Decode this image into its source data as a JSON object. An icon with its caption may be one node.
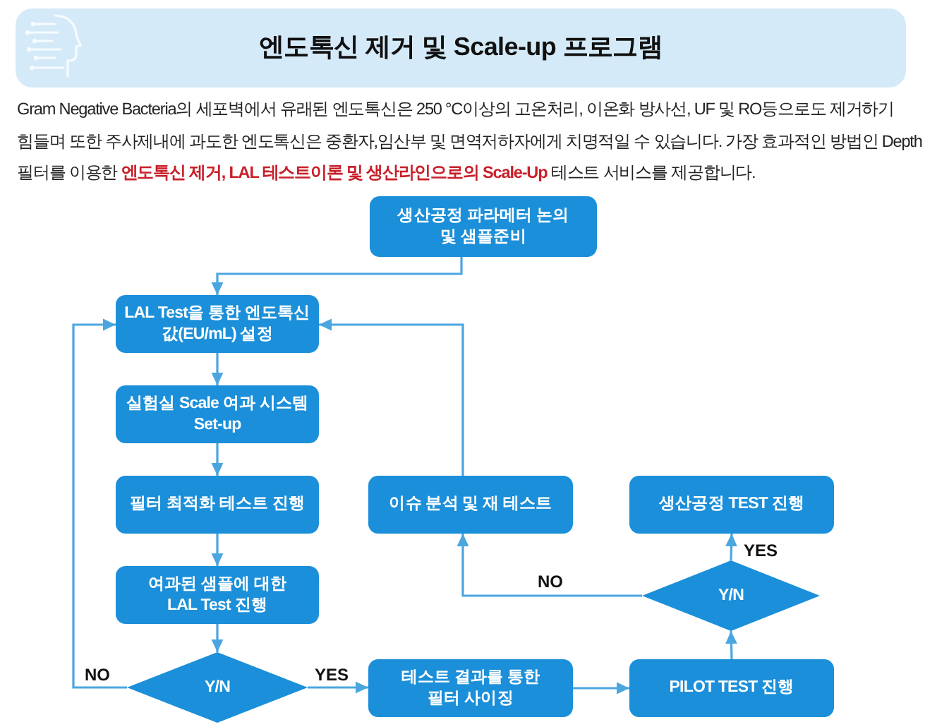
{
  "diagram": {
    "title": "엔도톡신 제거 및 Scale-up 프로그램",
    "nodes": [
      {
        "text": [
          "생산공정 파라메터 논의 및 샘플준비"
        ]
      },
      {
        "text": [
          "LAL Test을 통한 엔도톡신 값(EU/mL) 설정"
        ]
      },
      {
        "text": [
          "실험실 Scale 여과 시스템 Set-up"
        ]
      },
      {
        "text": [
          "필터 최적화 테스트 진행"
        ]
      },
      {
        "text": [
          "여과된 샘플에 대한 LAL Test 진행"
        ]
      },
      {
        "text": [
          "Y/N"
        ]
      },
      {
        "text": [
          "테스트 결과를 통한 필터 사이징"
        ]
      },
      {
        "text": [
          "PILOT TEST 진행"
        ]
      },
      {
        "text": [
          "Y/N"
        ]
      },
      {
        "text": [
          "생산공정 TEST 진행"
        ]
      },
      {
        "text": [
          "이슈 분석 및 재 테스트"
        ]
      }
    ],
    "edges": [
      {
        "from": 0,
        "to": 1,
        "arrow": "to"
      },
      {
        "from": 1,
        "to": 2,
        "arrow": "to"
      },
      {
        "from": 2,
        "to": 3,
        "arrow": "to"
      },
      {
        "from": 3,
        "to": 4,
        "arrow": "to"
      },
      {
        "from": 4,
        "to": 5,
        "arrow": "to"
      },
      {
        "from": 5,
        "to": 1,
        "arrow": "to",
        "label": "NO"
      },
      {
        "from": 5,
        "to": 6,
        "arrow": "to",
        "label": "YES"
      },
      {
        "from": 6,
        "to": 7,
        "arrow": "to"
      },
      {
        "from": 7,
        "to": 8,
        "arrow": "to"
      },
      {
        "from": 8,
        "to": 9,
        "arrow": "to",
        "label": "YES"
      },
      {
        "from": 8,
        "to": 10,
        "arrow": "to",
        "label": "NO"
      },
      {
        "from": 10,
        "to": 1,
        "arrow": "to"
      }
    ],
    "labels": [
      "Gram Negative Bacteria의 세포벽에서 유래된 엔도톡신은 250 °C이상의 고온처리, 이온화 방사선, UF 및 RO등으로도 제거하기 힘들며 또한 주사제내에 과도한 엔도톡신은 중환자,임산부 및 면역저하자에게 치명적일 수 있습니다. 가장 효과적인 방법인 Depth 필터를 이용한 **엔도톡신 제거, LAL 테스트이론 및 생산라인으로의 Scale-Up** 테스트 서비스를 제공합니다."
    ]
  }
}
